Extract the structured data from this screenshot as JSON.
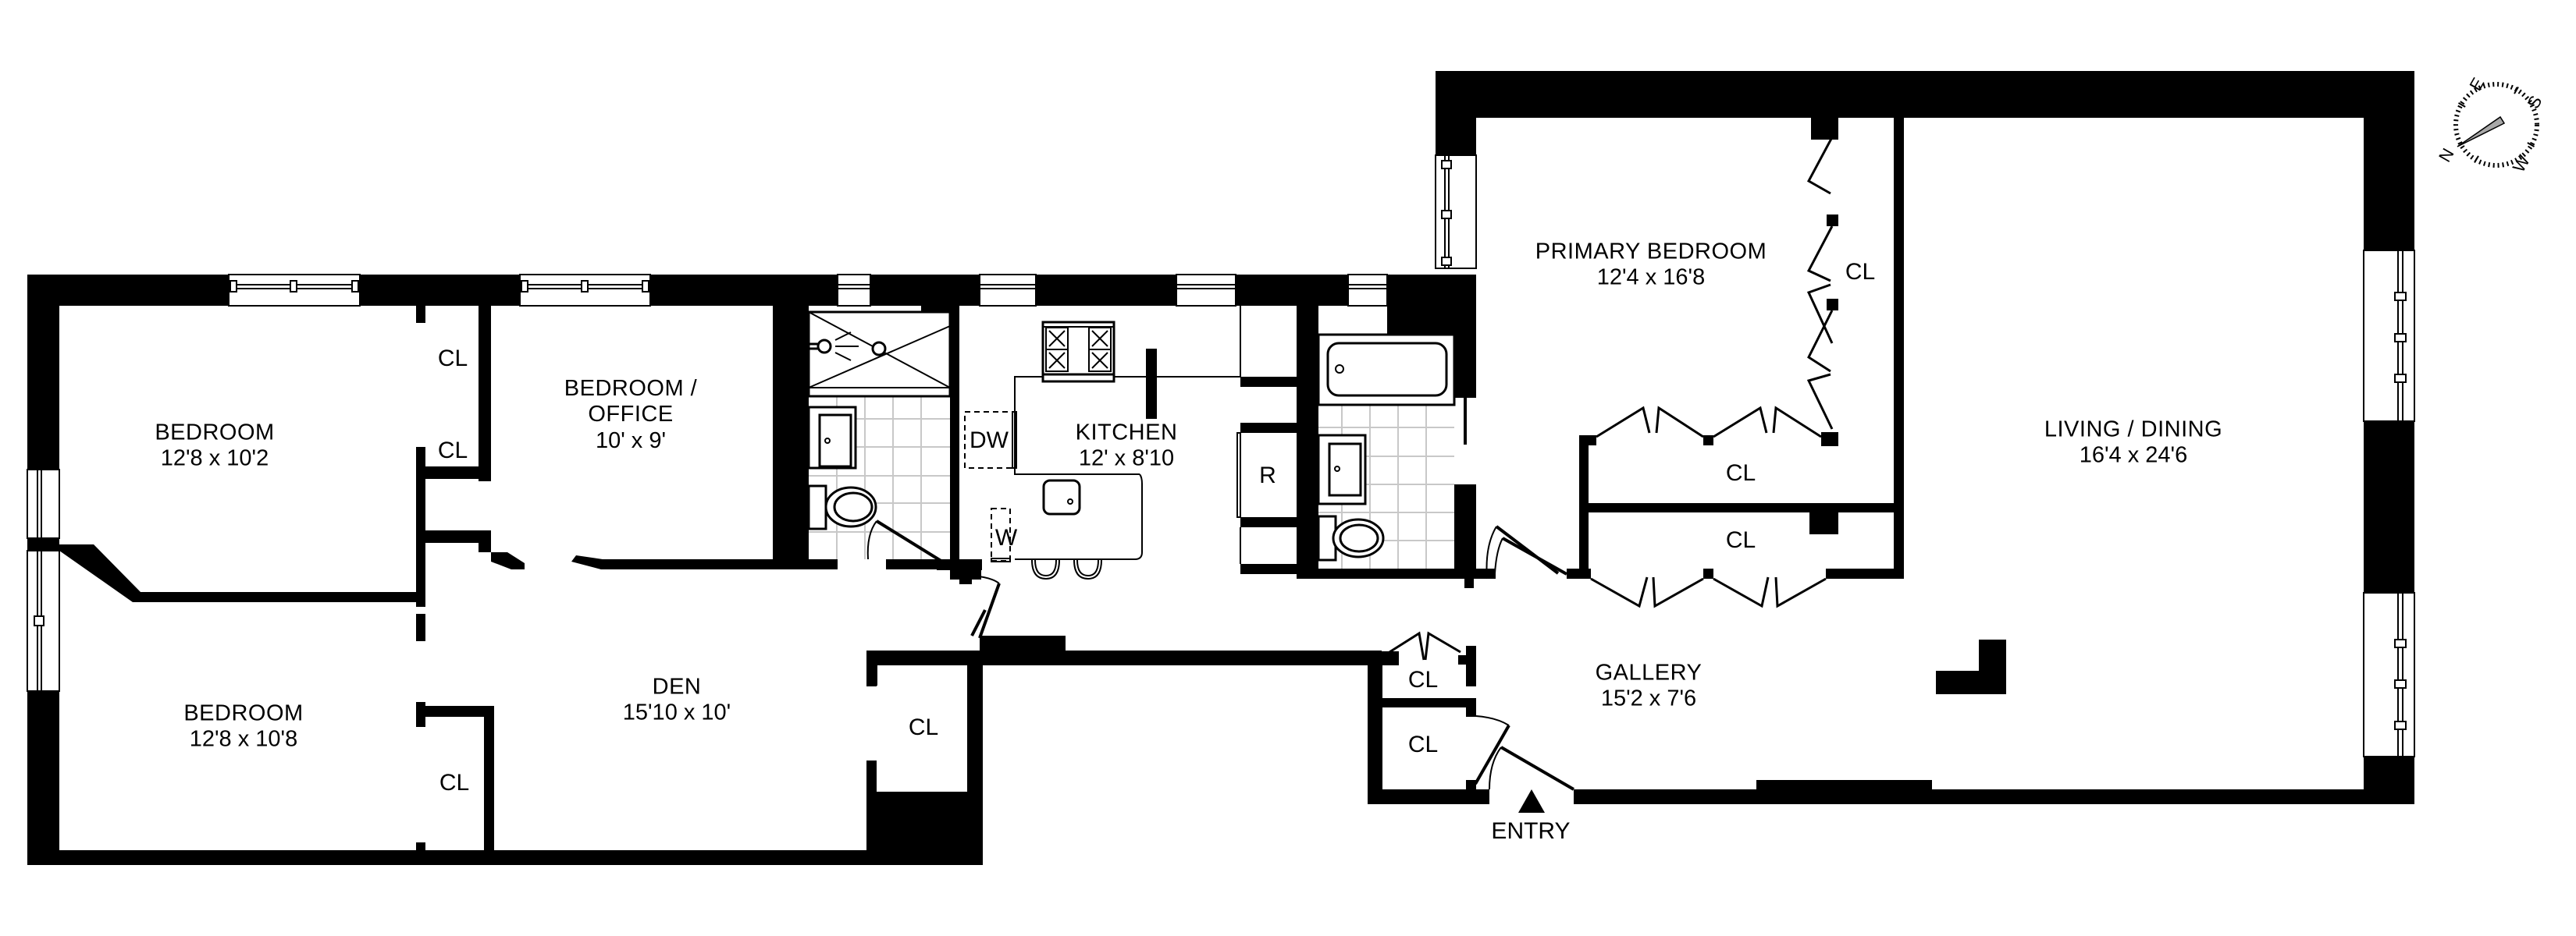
{
  "floorplan": {
    "rooms": [
      {
        "id": "bedroom_1",
        "name": "BEDROOM",
        "dimensions": "12'8 x 10'2"
      },
      {
        "id": "bedroom_office",
        "name_line1": "BEDROOM /",
        "name_line2": "OFFICE",
        "dimensions": "10' x 9'"
      },
      {
        "id": "bedroom_2",
        "name": "BEDROOM",
        "dimensions": "12'8 x 10'8"
      },
      {
        "id": "den",
        "name": "DEN",
        "dimensions": "15'10 x 10'"
      },
      {
        "id": "kitchen",
        "name": "KITCHEN",
        "dimensions": "12' x 8'10"
      },
      {
        "id": "primary_bedroom",
        "name": "PRIMARY BEDROOM",
        "dimensions": "12'4 x 16'8"
      },
      {
        "id": "living_dining",
        "name": "LIVING / DINING",
        "dimensions": "16'4 x 24'6"
      },
      {
        "id": "gallery",
        "name": "GALLERY",
        "dimensions": "15'2 x 7'6"
      }
    ],
    "closets": [
      "CL",
      "CL",
      "CL",
      "CL",
      "CL",
      "CL",
      "CL",
      "CL",
      "CL"
    ],
    "appliances": {
      "dishwasher": "DW",
      "washer": "W",
      "refrigerator": "R"
    },
    "entry_label": "ENTRY",
    "compass": {
      "n": "N",
      "e": "E",
      "s": "S",
      "w": "W"
    },
    "colors": {
      "wall": "#000000",
      "background": "#ffffff",
      "tile": "#c8c8c8",
      "compass_needle": "#a8a8a8"
    }
  }
}
